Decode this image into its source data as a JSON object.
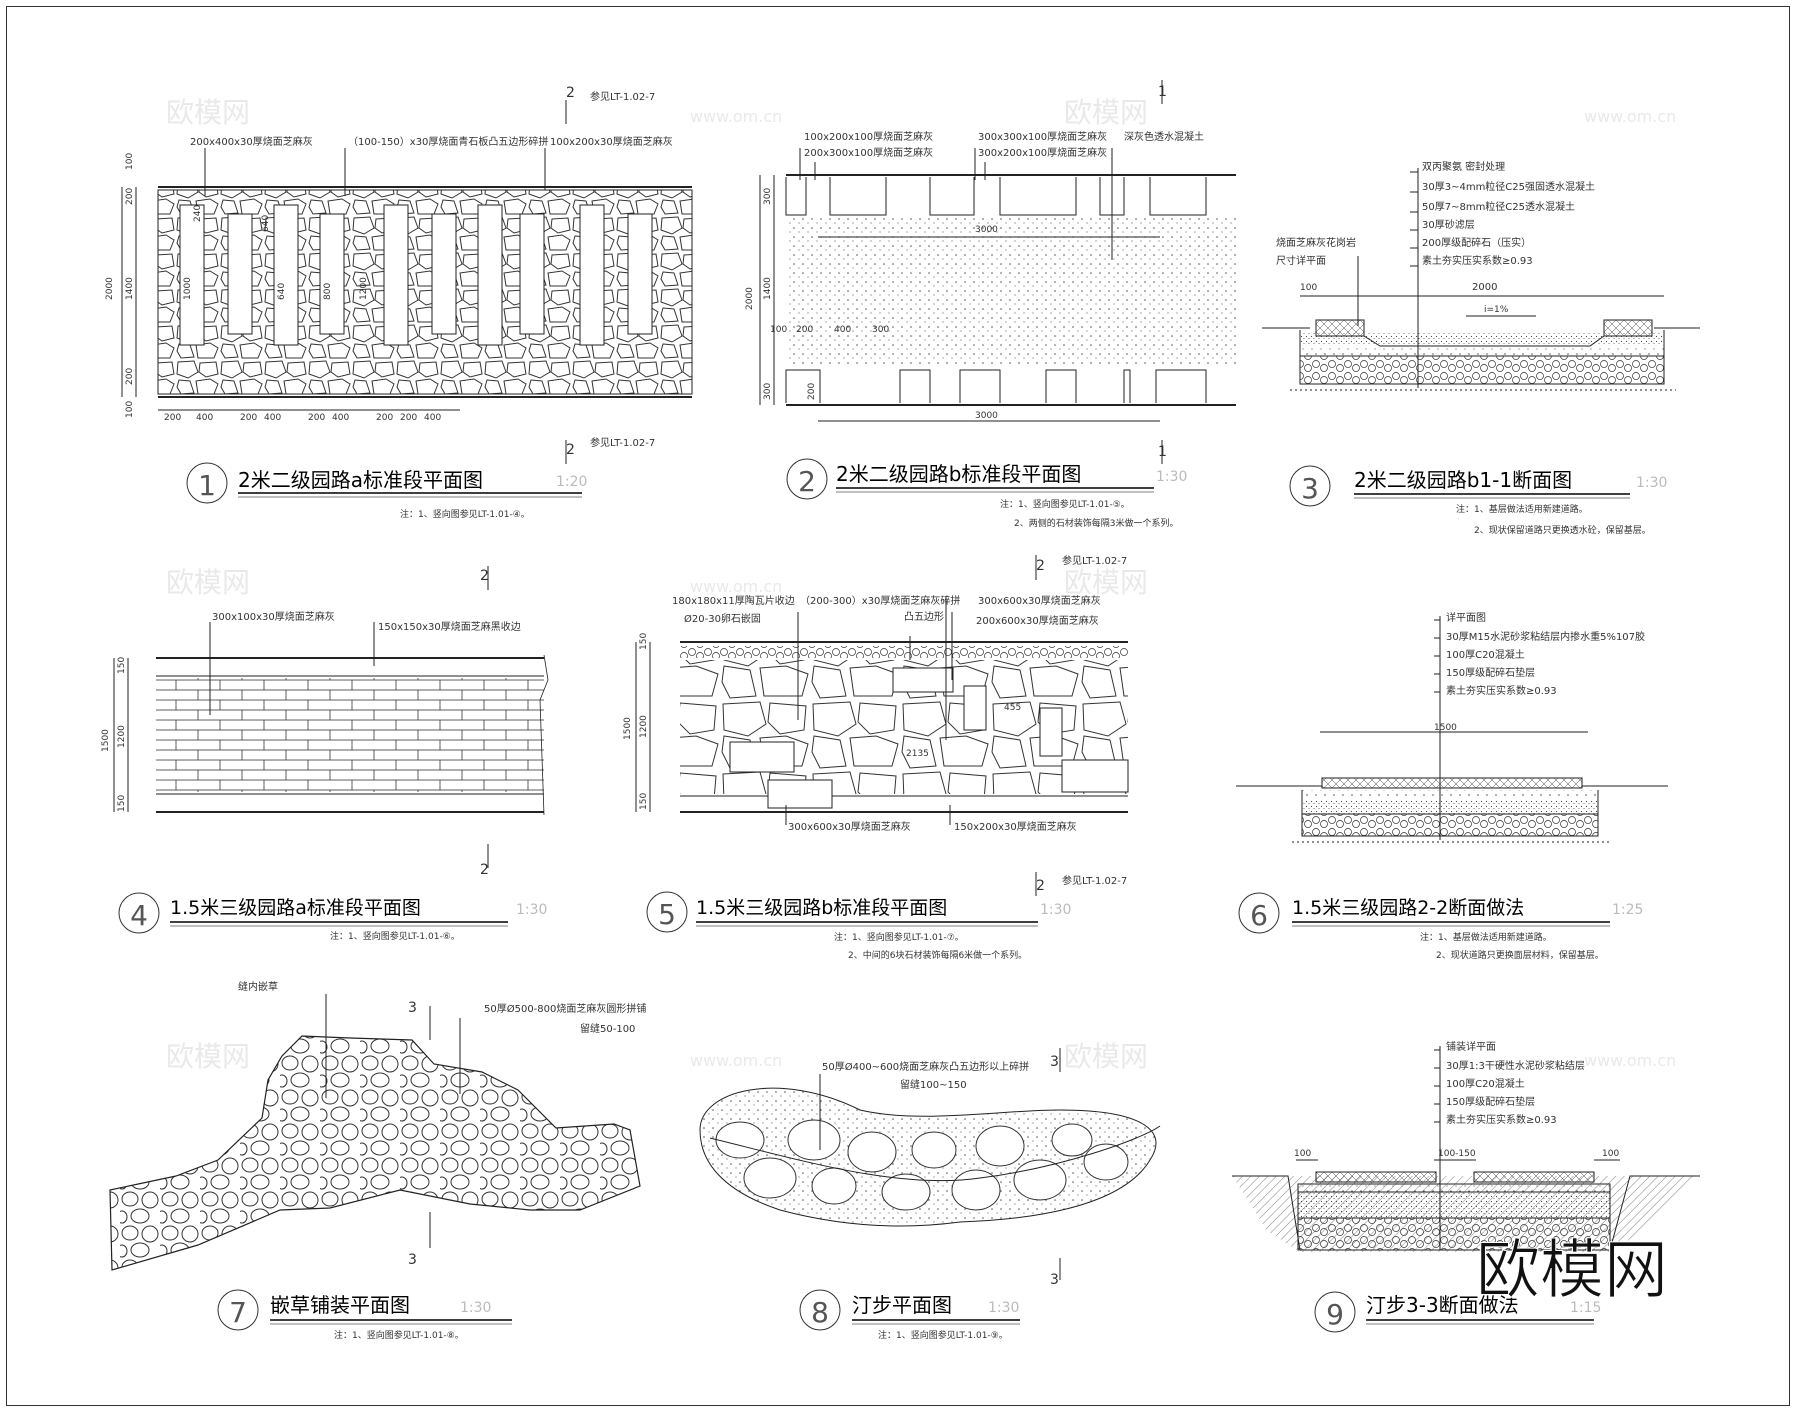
{
  "watermark": {
    "brand": "欧模网",
    "url": "www.om.cn",
    "corner": "欧模网"
  },
  "p1": {
    "num": "1",
    "title": "2米二级园路a标准段平面图",
    "scale": "1:20",
    "note": "注：1、竖向图参见LT-1.01-④。",
    "labels": [
      "200x400x30厚烧面芝麻灰",
      "（100-150）x30厚烧面青石板凸五边形碎拼",
      "100x200x30厚烧面芝麻灰"
    ],
    "sec_mark": "2",
    "ref": "参见LT-1.02-7",
    "dims_v": [
      "100",
      "200",
      "2000",
      "1400",
      "200",
      "100"
    ],
    "dims_h": [
      "200",
      "400",
      "200",
      "400",
      "200",
      "400",
      "200",
      "200",
      "400"
    ],
    "inner": [
      "1000",
      "640",
      "800",
      "1200",
      "240",
      "640"
    ]
  },
  "p2": {
    "num": "2",
    "title": "2米二级园路b标准段平面图",
    "scale": "1:30",
    "note1": "注：1、竖向图参见LT-1.01-⑤。",
    "note2": "2、两侧的石材装饰每隔3米做一个系列。",
    "labels": [
      "100x200x100厚烧面芝麻灰",
      "200x300x100厚烧面芝麻灰",
      "300x300x100厚烧面芝麻灰",
      "300x200x100厚烧面芝麻灰",
      "深灰色透水混凝土"
    ],
    "sec_mark": "1",
    "dims_v": [
      "300",
      "2000",
      "1400",
      "300"
    ],
    "dims_h": [
      "3000",
      "3000"
    ],
    "inner": [
      "200",
      "400",
      "300",
      "100",
      "200"
    ]
  },
  "p3": {
    "num": "3",
    "title": "2米二级园路b1-1断面图",
    "scale": "1:30",
    "note1": "注：1、基层做法适用新建道路。",
    "note2": "2、现状保留道路只更换透水砼，保留基层。",
    "layers": [
      "双丙聚氨 密封处理",
      "30厚3~4mm粒径C25强固透水混凝土",
      "50厚7~8mm粒径C25透水混凝土",
      "30厚砂滤层",
      "200厚级配碎石（压实）",
      "素土夯实压实系数≥0.93"
    ],
    "side_label1": "烧面芝麻灰花岗岩",
    "side_label2": "尺寸详平面",
    "dims": [
      "100",
      "2000"
    ],
    "slope": "i=1%"
  },
  "p4": {
    "num": "4",
    "title": "1.5米三级园路a标准段平面图",
    "scale": "1:30",
    "note": "注：1、竖向图参见LT-1.01-⑥。",
    "labels": [
      "300x100x30厚烧面芝麻灰",
      "150x150x30厚烧面芝麻黑收边"
    ],
    "sec_mark": "2",
    "dims_v": [
      "150",
      "1500",
      "1200",
      "150"
    ]
  },
  "p5": {
    "num": "5",
    "title": "1.5米三级园路b标准段平面图",
    "scale": "1:30",
    "note1": "注：1、竖向图参见LT-1.01-⑦。",
    "note2": "2、中间的6块石材装饰每隔6米做一个系列。",
    "labels": [
      "180x180x11厚陶瓦片收边",
      "（200-300）x30厚烧面芝麻灰碎拼",
      "凸五边形",
      "Ø20-30卵石嵌固",
      "300x600x30厚烧面芝麻灰",
      "200x600x30厚烧面芝麻灰"
    ],
    "bottom_labels": [
      "300x600x30厚烧面芝麻灰",
      "150x200x30厚烧面芝麻灰"
    ],
    "sec_mark": "2",
    "ref": "参见LT-1.02-7",
    "dims_v": [
      "150",
      "1500",
      "1200",
      "150"
    ],
    "inner": [
      "2135",
      "455"
    ]
  },
  "p6": {
    "num": "6",
    "title": "1.5米三级园路2-2断面做法",
    "scale": "1:25",
    "note1": "注：1、基层做法适用新建道路。",
    "note2": "2、现状道路只更换面层材料，保留基层。",
    "layers": [
      "详平面图",
      "30厚M15水泥砂浆粘结层内掺水重5%107胶",
      "100厚C20混凝土",
      "150厚级配碎石垫层",
      "素土夯实压实系数≥0.93"
    ],
    "dim": "1500"
  },
  "p7": {
    "num": "7",
    "title": "嵌草铺装平面图",
    "scale": "1:30",
    "note": "注：1、竖向图参见LT-1.01-⑧。",
    "labels": [
      "缝内嵌草",
      "50厚Ø500-800烧面芝麻灰圆形拼铺",
      "留缝50-100"
    ],
    "sec_mark": "3"
  },
  "p8": {
    "num": "8",
    "title": "汀步平面图",
    "scale": "1:30",
    "note": "注：1、竖向图参见LT-1.01-⑨。",
    "labels": [
      "50厚Ø400~600烧面芝麻灰凸五边形以上碎拼",
      "留缝100~150"
    ],
    "sec_mark": "3"
  },
  "p9": {
    "num": "9",
    "title": "汀步3-3断面做法",
    "scale": "1:15",
    "layers": [
      "铺装详平面",
      "30厚1:3干硬性水泥砂浆粘结层",
      "100厚C20混凝土",
      "150厚级配碎石垫层",
      "素土夯实压实系数≥0.93"
    ],
    "dims": [
      "100",
      "100-150",
      "100"
    ]
  }
}
